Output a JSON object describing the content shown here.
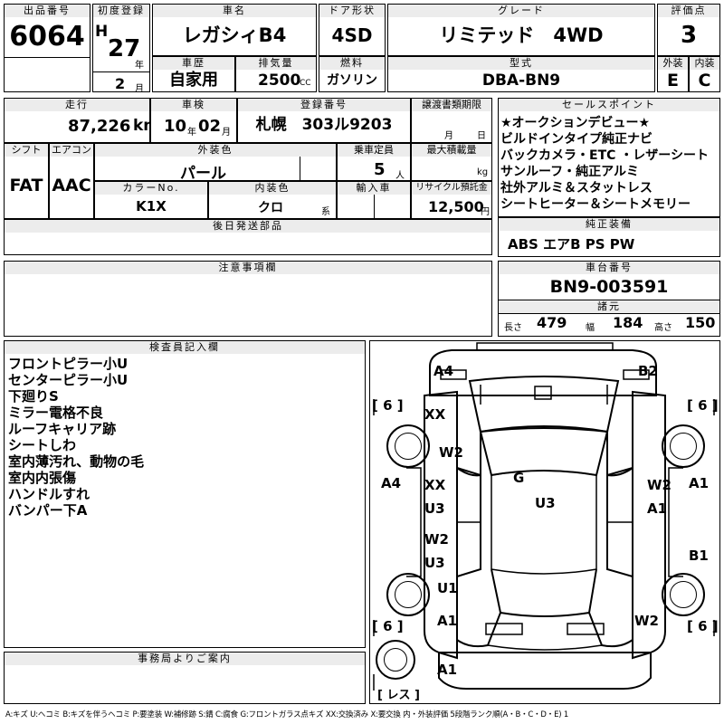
{
  "lot": {
    "label": "出品番号",
    "value": "6064"
  },
  "first_reg": {
    "label": "初度登録",
    "era": "H",
    "year": "27",
    "year_unit": "年",
    "month": "2",
    "month_unit": "月"
  },
  "car_name": {
    "label": "車名",
    "value": "レガシィB4"
  },
  "door": {
    "label": "ドア形状",
    "value": "4SD"
  },
  "grade": {
    "label": "グレード",
    "value": "リミテッド　4WD"
  },
  "score": {
    "label": "評価点",
    "value": "3"
  },
  "history": {
    "label": "車歴",
    "value": "自家用"
  },
  "displacement": {
    "label": "排気量",
    "value": "2500",
    "unit": "CC"
  },
  "fuel": {
    "label": "燃料",
    "value": "ガソリン"
  },
  "model": {
    "label": "型式",
    "value": "DBA-BN9"
  },
  "ext_score": {
    "label": "外装",
    "value": "E"
  },
  "int_score": {
    "label": "内装",
    "value": "C"
  },
  "mileage": {
    "label": "走行",
    "value": "87,226",
    "unit": "km"
  },
  "inspection": {
    "label": "車検",
    "year": "10",
    "year_unit": "年",
    "month": "02",
    "month_unit": "月"
  },
  "plate": {
    "label": "登録番号",
    "value": "札幌　303ル9203"
  },
  "transfer": {
    "label": "譲渡書類期限",
    "month_unit": "月",
    "day_unit": "日"
  },
  "shift": {
    "label": "シフト",
    "value": "FAT"
  },
  "ac": {
    "label": "エアコン",
    "value": "AAC"
  },
  "color": {
    "label": "外装色",
    "value": "パール"
  },
  "capacity": {
    "label": "乗車定員",
    "value": "5",
    "unit": "人"
  },
  "max_load": {
    "label": "最大積載量",
    "unit": "kg"
  },
  "color_no": {
    "label": "カラーNo.",
    "value": "K1X"
  },
  "interior": {
    "label": "内装色",
    "value": "クロ",
    "unit": "系"
  },
  "import": {
    "label": "輸入車"
  },
  "recycle": {
    "label": "リサイクル預託金",
    "value": "12,500",
    "unit": "円"
  },
  "later_parts": {
    "label": "後日発送部品"
  },
  "notes": {
    "label": "注意事項欄"
  },
  "sales": {
    "label": "セールスポイント",
    "lines": [
      "★オークションデビュー★",
      "ビルドインタイプ純正ナビ",
      "バックカメラ・ETC ・レザーシート",
      "サンルーフ・純正アルミ",
      "社外アルミ＆スタットレス",
      "シートヒーター＆シートメモリー"
    ]
  },
  "equipment": {
    "label": "純正装備",
    "value": "ABS エアB PS PW"
  },
  "chassis": {
    "label": "車台番号",
    "value": "BN9-003591"
  },
  "dims": {
    "label": "諸元",
    "length_label": "長さ",
    "length": "479",
    "width_label": "幅",
    "width": "184",
    "height_label": "高さ",
    "height": "150"
  },
  "inspector": {
    "label": "検査員記入欄",
    "lines": [
      "フロントピラー小U",
      "センターピラー小U",
      "下廻りS",
      "ミラー電格不良",
      "ルーフキャリア跡",
      "シートしわ",
      "室内薄汚れ、動物の毛",
      "室内内張傷",
      "ハンドルすれ",
      "バンパー下A"
    ]
  },
  "office": {
    "label": "事務局よりご案内"
  },
  "tires": {
    "fl": "6",
    "fr": "6",
    "rl": "6",
    "rr": "6",
    "spare": "レス"
  },
  "damage": {
    "a4_top": "A4",
    "b2_top": "B2",
    "xx_1": "XX",
    "w2_1": "W2",
    "a4_side": "A4",
    "xx_2": "XX",
    "u3_1": "U3",
    "g": "G",
    "u3_center": "U3",
    "w2_2": "W2",
    "a1_r1": "A1",
    "a1_side": "A1",
    "w2_3": "W2",
    "u3_2": "U3",
    "b1": "B1",
    "u1": "U1",
    "a1_rear": "A1",
    "w2_4": "W2",
    "a1_bottom": "A1"
  },
  "legend": "A:キズ  U:ヘコミ  B:キズを伴うヘコミ  P:要塗装  W:補修跡  S:錆  C:腐食  G:フロントガラス点キズ  XX:交換済み  X:要交換   内・外装評価  5段階ランク順(A・B・C・D・E) 1"
}
